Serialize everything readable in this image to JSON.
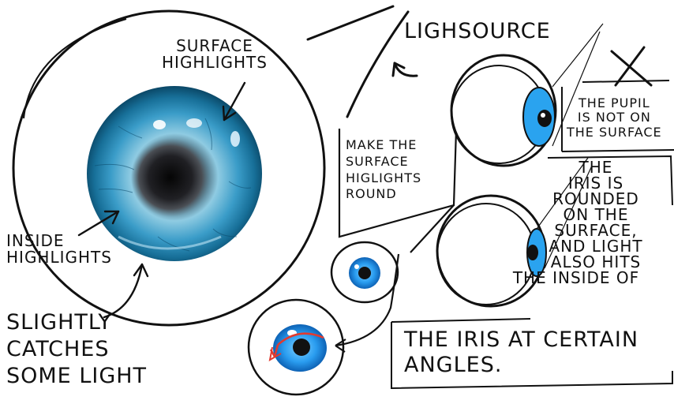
{
  "labels": {
    "surface_highlights": [
      "SURFACE",
      "HIGHLIGHTS"
    ],
    "inside_highlights": [
      "INSIDE",
      "HIGHLIGHTS"
    ],
    "slightly_catches": [
      "SLIGHTLY",
      "CATCHES",
      "SOME LIGHT"
    ],
    "lightsource": "LIGHSOURCE",
    "make_round": [
      "MAKE THE",
      "SURFACE",
      "HIGLIGHTS",
      "ROUND"
    ],
    "pupil_note": [
      "THE PUPIL",
      "IS NOT ON",
      "THE SURFACE"
    ],
    "iris_note": [
      "THE",
      "IRIS IS",
      "ROUNDED",
      "ON THE",
      "SURFACE,",
      "AND LIGHT",
      "ALSO HITS",
      "THE INSIDE OF"
    ],
    "iris_note_bottom": [
      "THE IRIS AT CERTAIN",
      "ANGLES."
    ]
  },
  "colors": {
    "ink": "#111111",
    "iris_dark": "#0e5e86",
    "iris_mid": "#3a9cc8",
    "iris_light": "#9fd6ee",
    "small_iris": "#1f8ee6",
    "red_arrow": "#e23a2e"
  },
  "icons": {
    "wrong_mark": "x-mark-icon",
    "arrows": "arrow-icon"
  }
}
